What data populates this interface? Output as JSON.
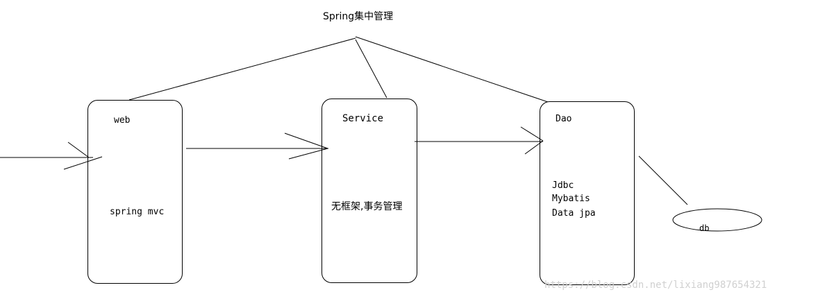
{
  "title": "Spring集中管理",
  "boxes": {
    "web": {
      "name": "web",
      "content": [
        "spring mvc"
      ]
    },
    "service": {
      "name": "Service",
      "content": [
        "无框架,事务管理"
      ]
    },
    "dao": {
      "name": "Dao",
      "content": [
        "Jdbc",
        "Mybatis",
        "Data jpa"
      ]
    }
  },
  "db": {
    "label": "db"
  },
  "watermark": "https://blog.csdn.net/lixiang987654321"
}
